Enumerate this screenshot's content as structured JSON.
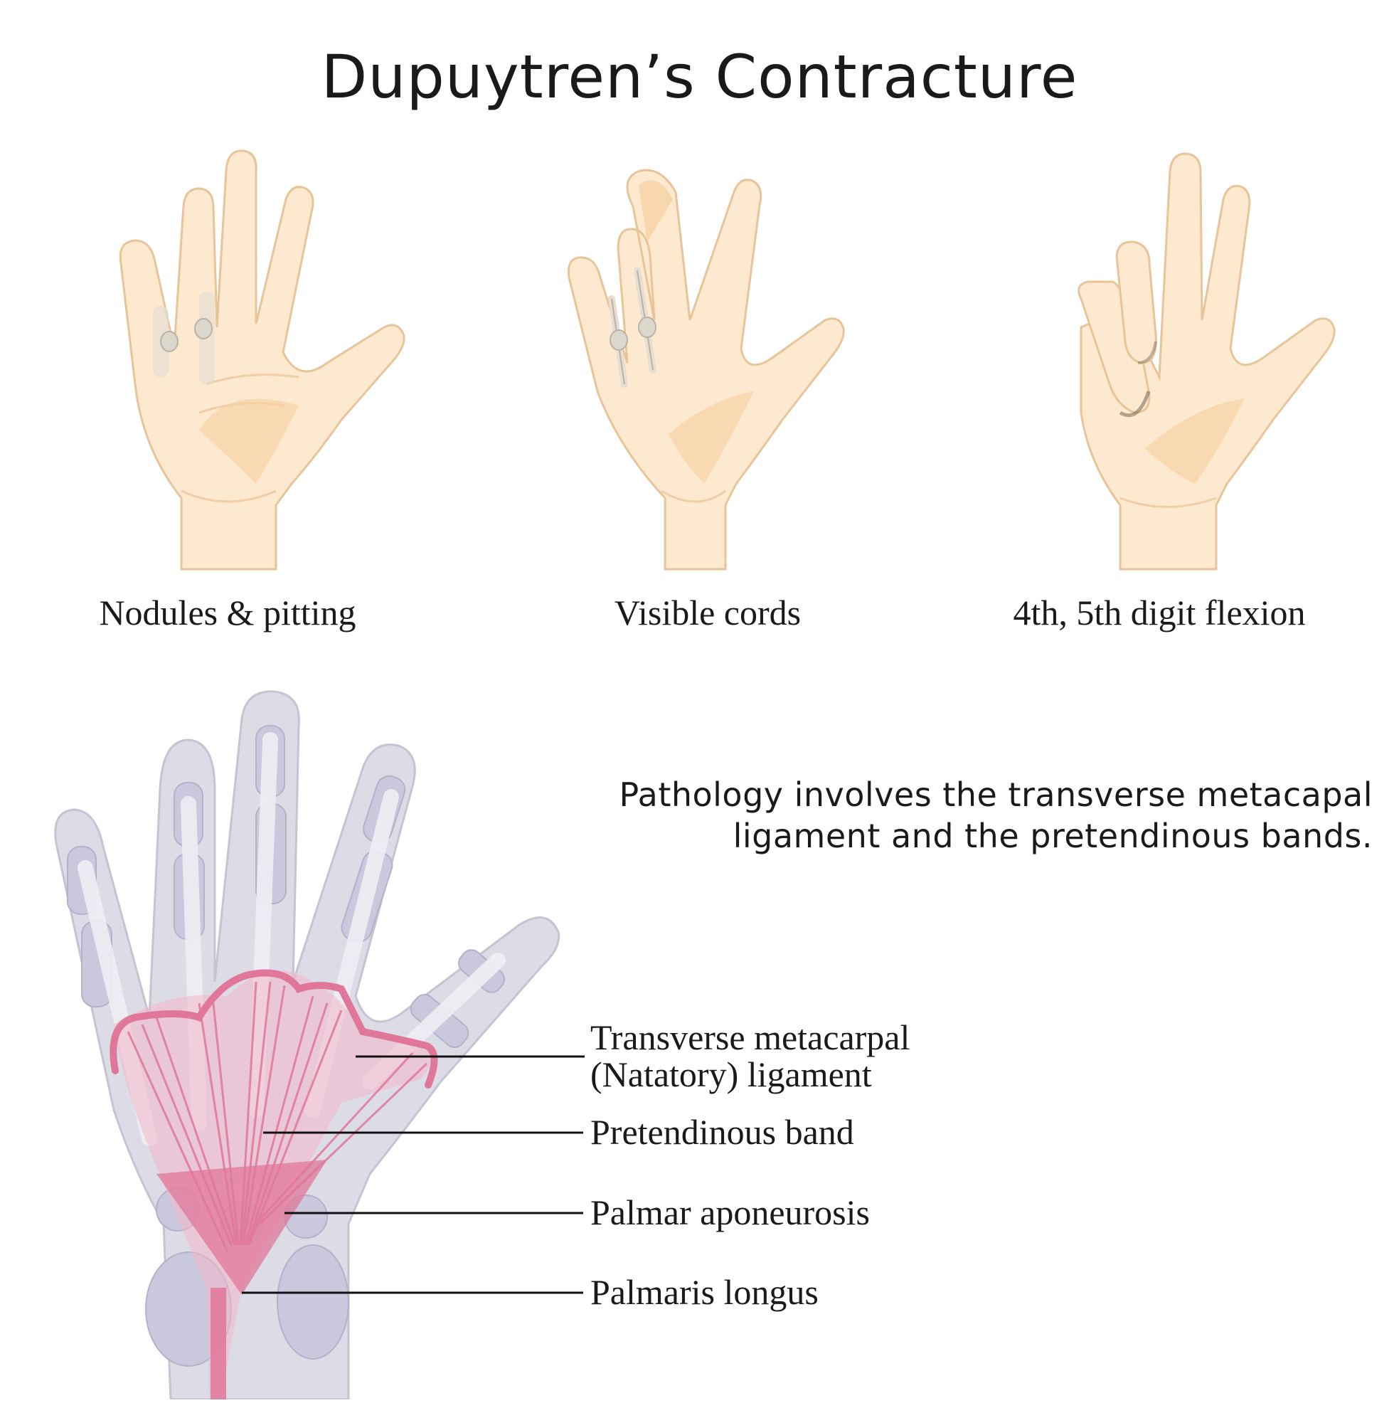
{
  "title": "Dupuytren’s Contracture",
  "stages": [
    {
      "label": "Nodules & pitting"
    },
    {
      "label": "Visible cords"
    },
    {
      "label": "4th, 5th digit flexion"
    }
  ],
  "description": {
    "line1": "Pathology involves the transverse metacapal",
    "line2": "ligament and the pretendinous bands."
  },
  "callouts": [
    {
      "line1": "Transverse metacarpal",
      "line2": "(Natatory) ligament"
    },
    {
      "line1": "Pretendinous band"
    },
    {
      "line1": "Palmar aponeurosis"
    },
    {
      "line1": "Palmaris longus"
    }
  ],
  "colors": {
    "skin": "#fde9cf",
    "skin_outline": "#e8c49a",
    "skin_shade": "#f6d2a4",
    "nodule": "#dcd7cd",
    "xray": "#dcdce6",
    "bone": "#c9c8dc",
    "fascia": "#e0779a",
    "fascia_light": "#f4b6c9"
  }
}
